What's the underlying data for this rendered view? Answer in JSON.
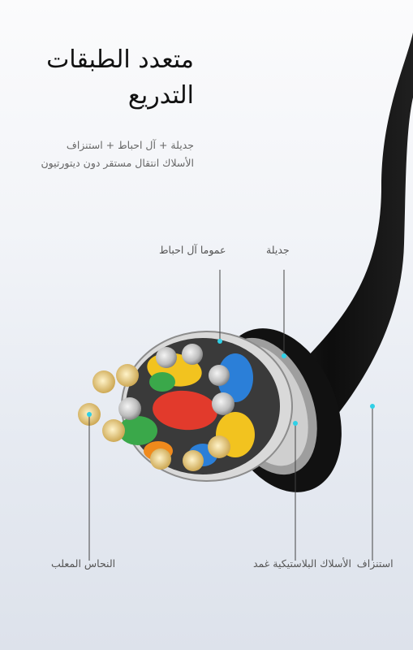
{
  "header": {
    "title_line1": "متعدد الطبقات",
    "title_line2": "التدريع",
    "subtitle_line1": "جديلة + آل احباط + استنزاف",
    "subtitle_line2": "الأسلاك انتقال مستقر دون ديتورتيون"
  },
  "callouts": {
    "braid": "جديلة",
    "foil": "عموما آل احباط",
    "tinned_copper": "النحاس المعلب",
    "pvc": "الأسلاك البلاستيكية غمد",
    "drain": "استنزاف"
  },
  "colors": {
    "cable": "#121212",
    "dot": "#2fd0e6",
    "wire_yellow": "#f2c31f",
    "wire_red": "#e23a2c",
    "wire_blue": "#2b7fd8",
    "wire_green": "#3aa84a",
    "wire_orange": "#f08a1c"
  }
}
